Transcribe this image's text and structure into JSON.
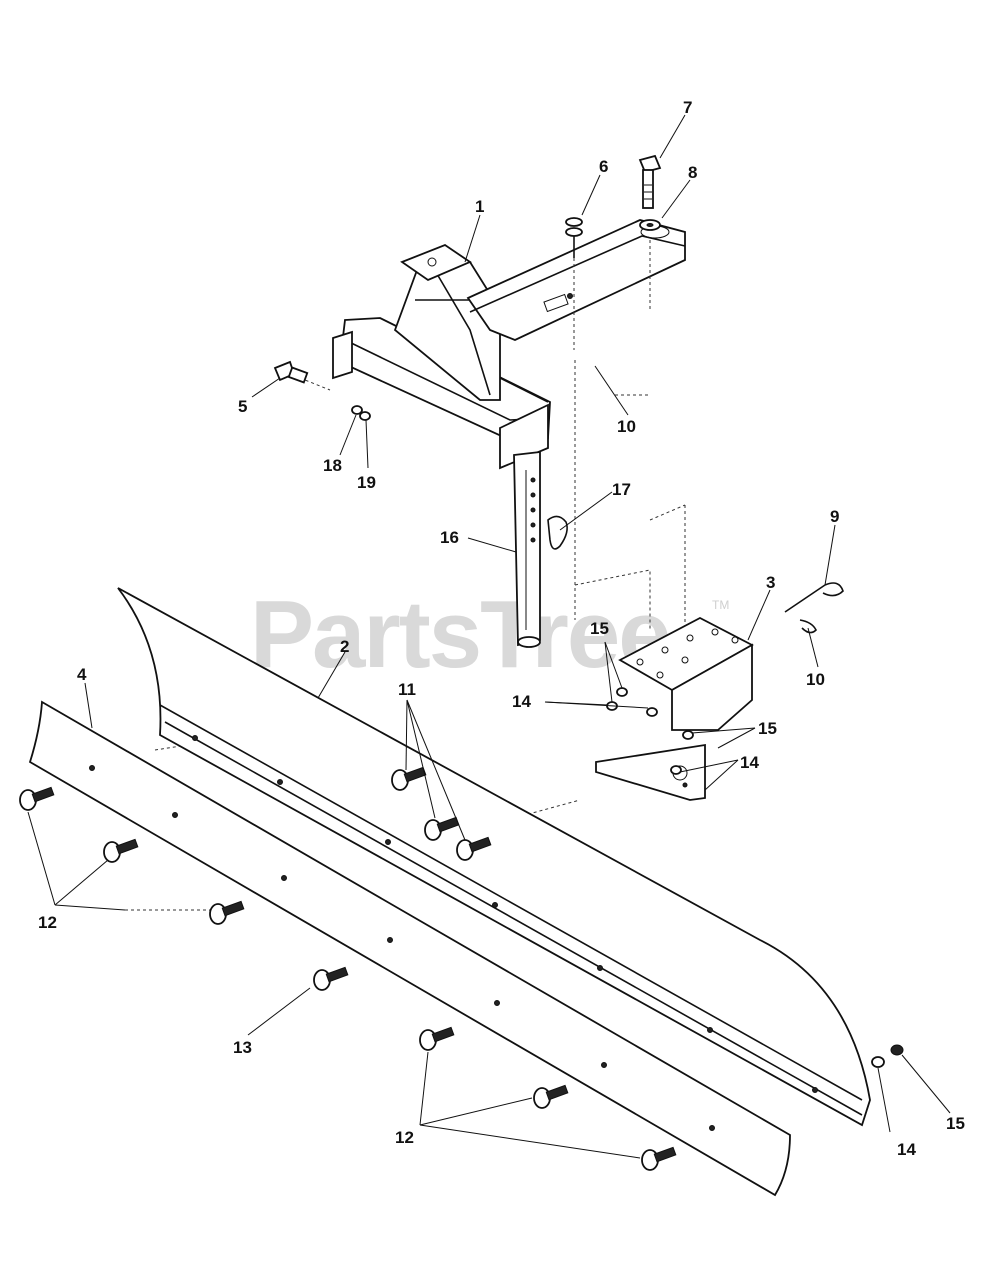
{
  "watermark": {
    "brand": "PartsTree",
    "trademark": "TM"
  },
  "callouts": {
    "c1": "1",
    "c2": "2",
    "c3": "3",
    "c4": "4",
    "c5": "5",
    "c6": "6",
    "c7": "7",
    "c8": "8",
    "c9": "9",
    "c10a": "10",
    "c10b": "10",
    "c11": "11",
    "c12a": "12",
    "c12b": "12",
    "c13": "13",
    "c14a": "14",
    "c14b": "14",
    "c14c": "14",
    "c15a": "15",
    "c15b": "15",
    "c15c": "15",
    "c16": "16",
    "c17": "17",
    "c18": "18",
    "c19": "19"
  }
}
